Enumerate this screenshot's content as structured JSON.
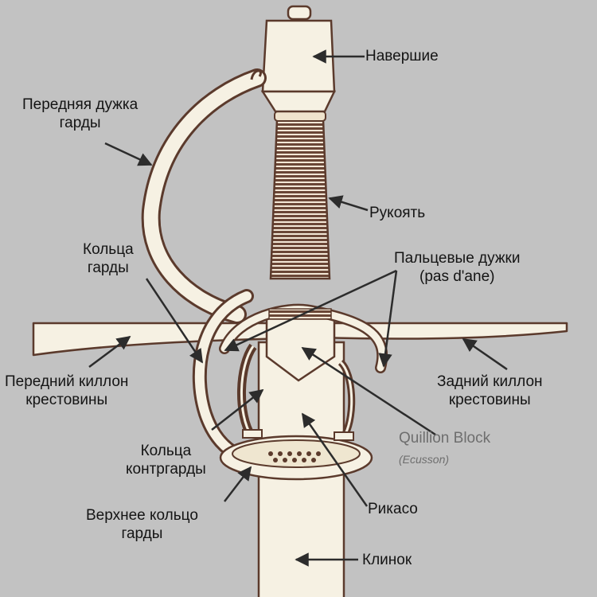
{
  "labels": {
    "pommel": "Навершие",
    "front_knuckle_bow": [
      "Передняя дужка",
      "гарды"
    ],
    "grip": "Рукоять",
    "guard_rings": [
      "Кольца",
      "гарды"
    ],
    "finger_rings": [
      "Пальцевые дужки",
      "(pas d'ane)"
    ],
    "front_quillon": [
      "Передний киллон",
      "крестовины"
    ],
    "rear_quillon": [
      "Задний киллон",
      "крестовины"
    ],
    "quillon_block": "Quillion Block",
    "quillon_block_sub": "(Ecusson)",
    "counterguard_rings": [
      "Кольца",
      "контргарды"
    ],
    "ricasso": "Рикасо",
    "upper_guard_ring": [
      "Верхнее кольцо",
      "гарды"
    ],
    "blade": "Клинок"
  },
  "colors": {
    "background": "#c2c2c2",
    "metal": "#f6f1e3",
    "outline": "#5b3a2c",
    "grip_wire": "#6a4636",
    "label_text": "#141414",
    "secondary_text": "#6e6e6e",
    "arrow": "#2c2c2c"
  }
}
